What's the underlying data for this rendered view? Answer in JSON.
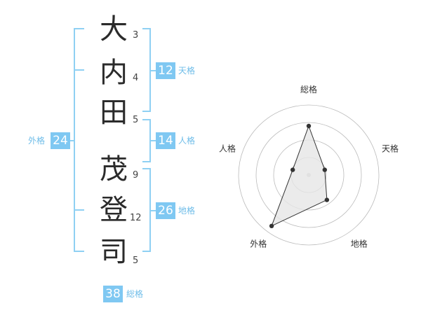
{
  "name": {
    "characters": [
      {
        "char": "大",
        "strokes": "3"
      },
      {
        "char": "内",
        "strokes": "4"
      },
      {
        "char": "田",
        "strokes": "5"
      },
      {
        "char": "茂",
        "strokes": "9"
      },
      {
        "char": "登",
        "strokes": "12"
      },
      {
        "char": "司",
        "strokes": "5"
      }
    ]
  },
  "kakusu": {
    "tenkaku": {
      "value": "12",
      "label": "天格"
    },
    "jinkaku": {
      "value": "14",
      "label": "人格"
    },
    "chikaku": {
      "value": "26",
      "label": "地格"
    },
    "gaikaku": {
      "value": "24",
      "label": "外格"
    },
    "soukaku": {
      "value": "38",
      "label": "総格"
    }
  },
  "chart_data": {
    "type": "radar",
    "axes": [
      "総格",
      "天格",
      "地格",
      "外格",
      "人格"
    ],
    "values": [
      3.5,
      1.2,
      2.2,
      4.5,
      1.2
    ],
    "max": 5,
    "rings": 4,
    "colors": {
      "line": "#333333",
      "fill": "#e6e6e6",
      "grid": "#bbbbbb"
    }
  }
}
